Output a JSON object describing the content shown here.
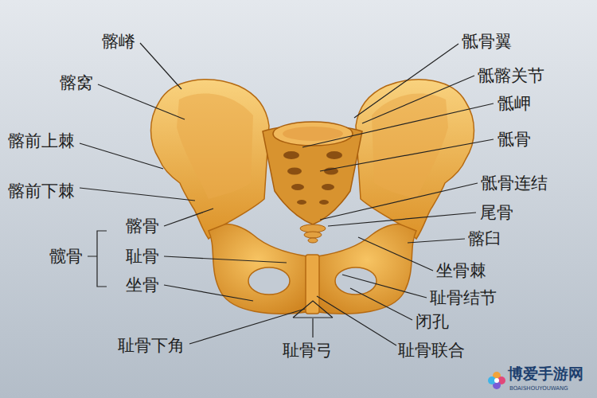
{
  "diagram": {
    "labels": [
      "髂嵴",
      "髂窝",
      "髂前上棘",
      "髂前下棘",
      "髂骨",
      "髋骨",
      "耻骨",
      "坐骨",
      "耻骨下角",
      "耻骨弓",
      "耻骨联合",
      "闭孔",
      "耻骨结节",
      "坐骨棘",
      "髂臼",
      "尾骨",
      "骶骨连结",
      "骶骨",
      "骶岬",
      "骶髂关节",
      "骶骨翼",
      "博爱手游网",
      "BOAISHOUYOUWANG"
    ]
  }
}
